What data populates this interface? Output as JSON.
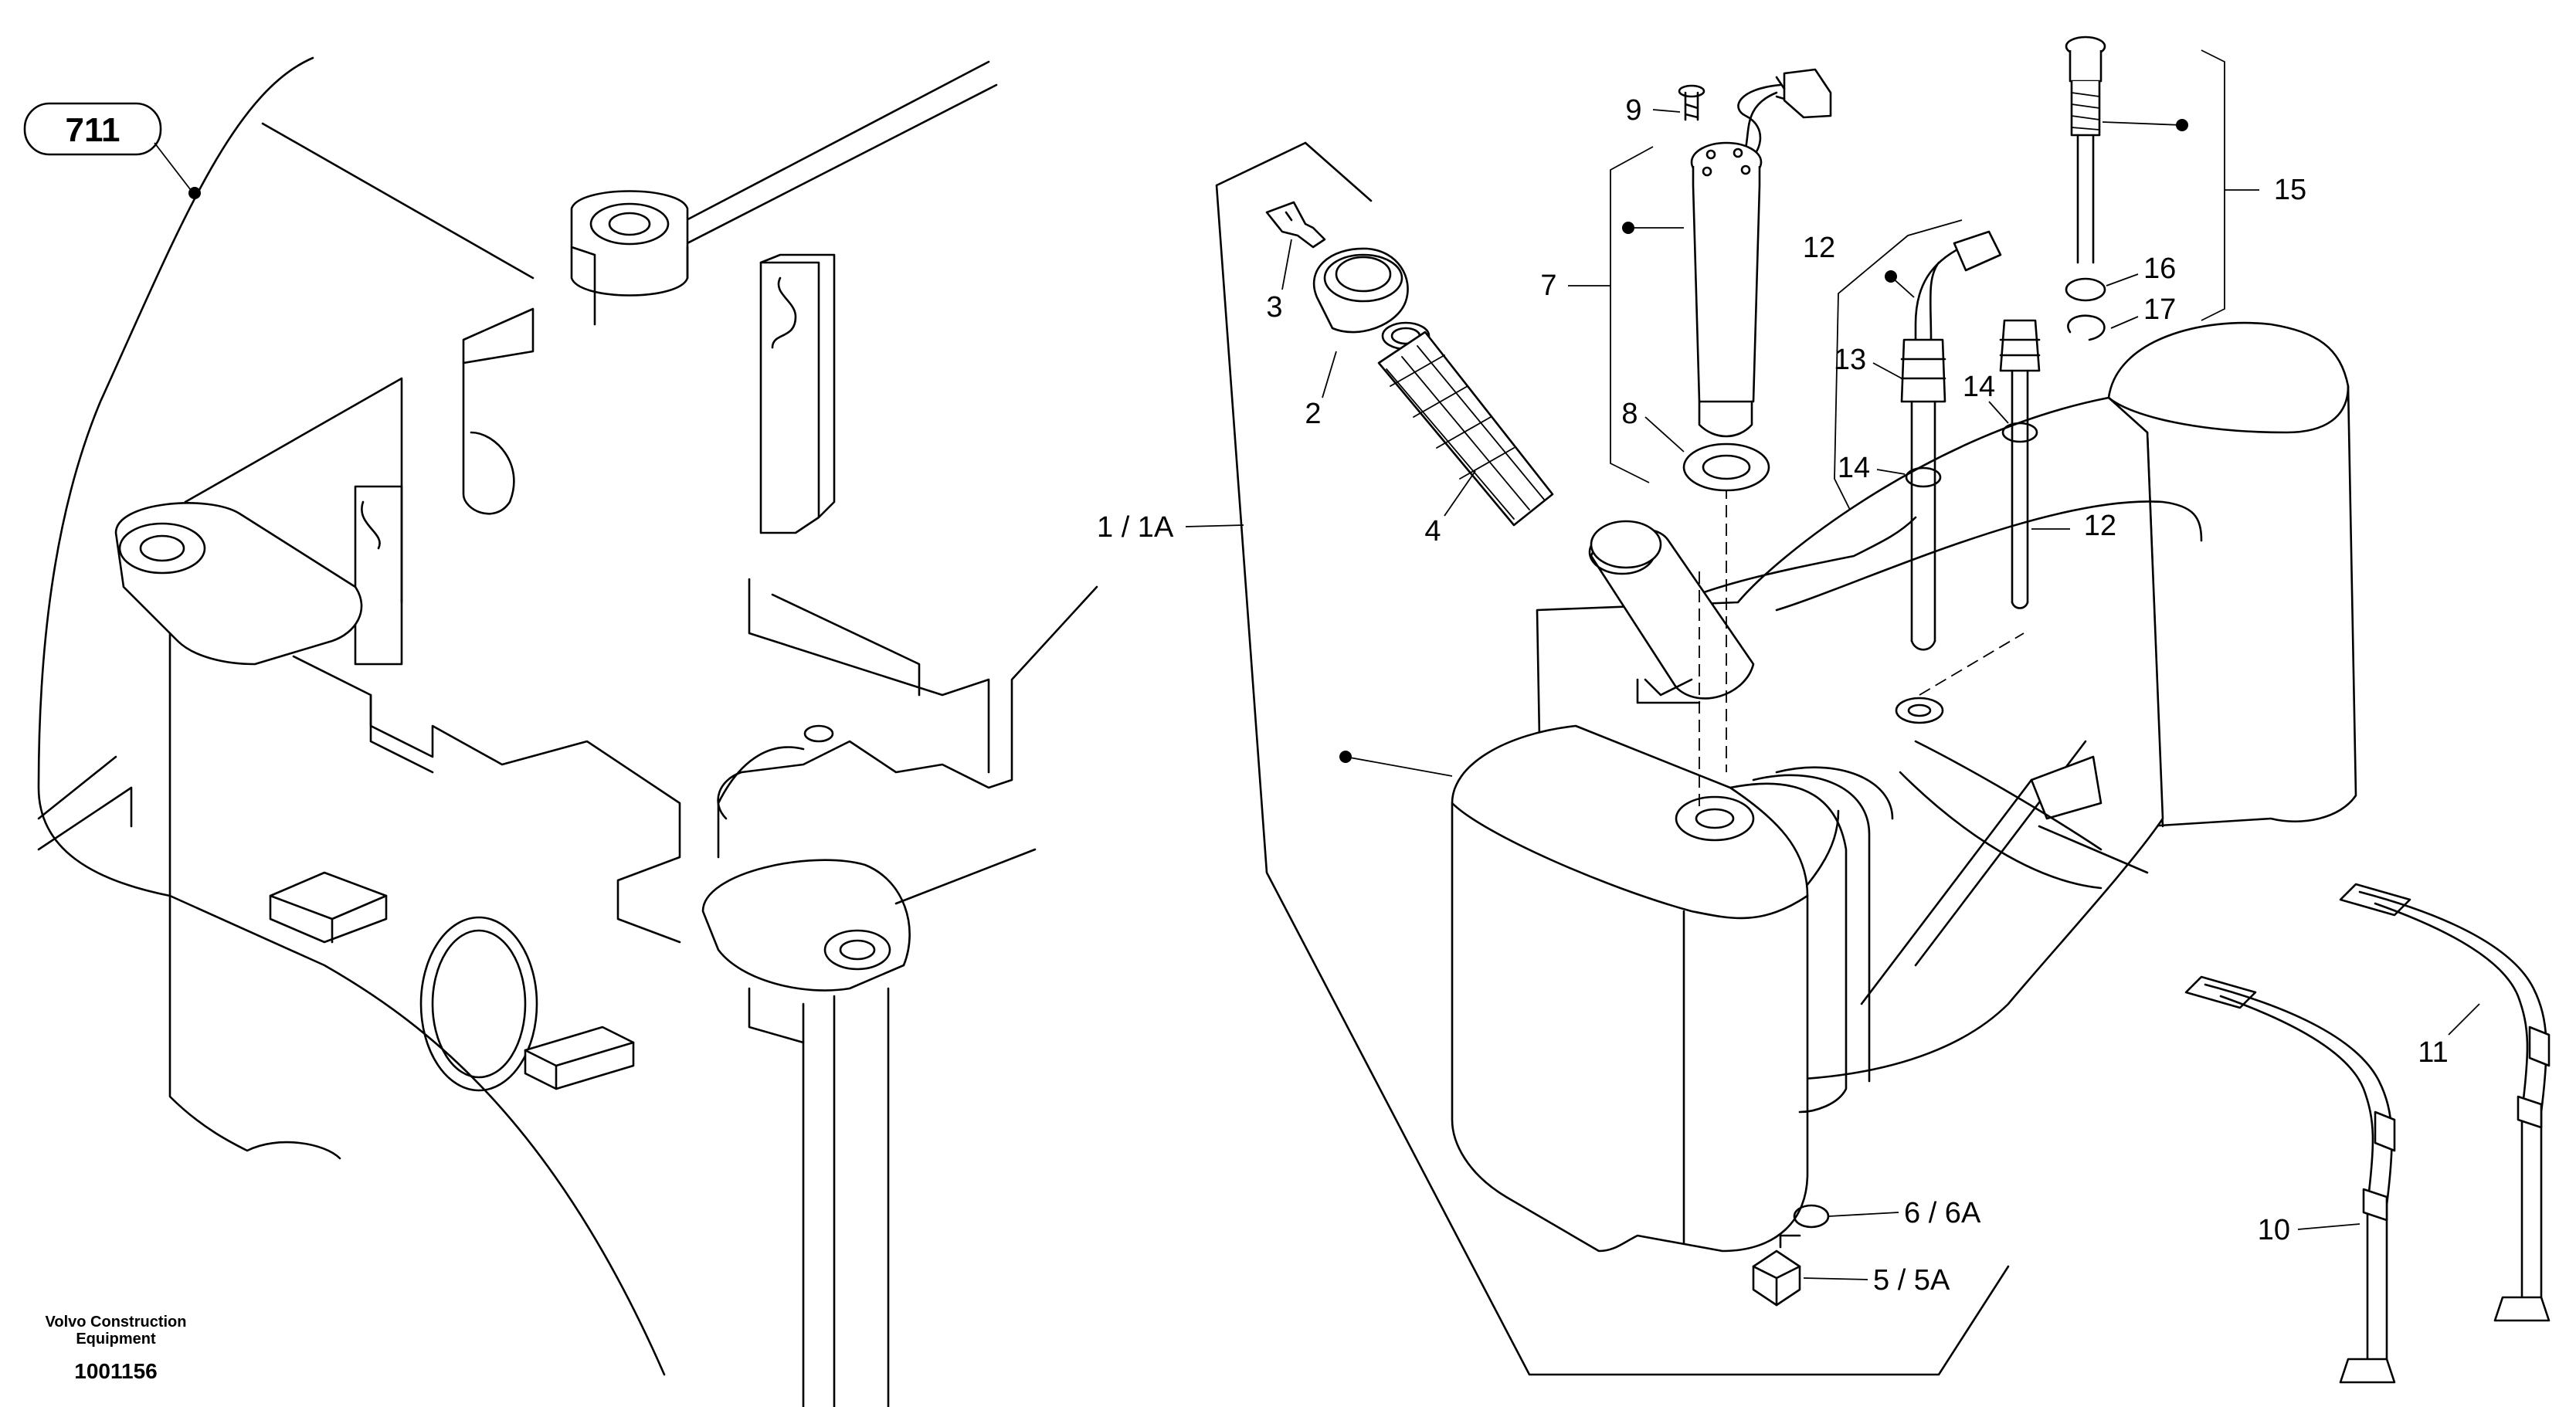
{
  "reference_box": {
    "label": "711"
  },
  "callouts": {
    "c1": "1 / 1A",
    "c2": "2",
    "c3": "3",
    "c4": "4",
    "c5": "5 / 5A",
    "c6": "6 / 6A",
    "c7": "7",
    "c8": "8",
    "c9": "9",
    "c10": "10",
    "c11": "11",
    "c12a": "12",
    "c12b": "12",
    "c13": "13",
    "c14a": "14",
    "c14b": "14",
    "c15": "15",
    "c16": "16",
    "c17": "17"
  },
  "footer": {
    "brand_line1": "Volvo Construction",
    "brand_line2": "Equipment",
    "doc_number": "1001156"
  }
}
